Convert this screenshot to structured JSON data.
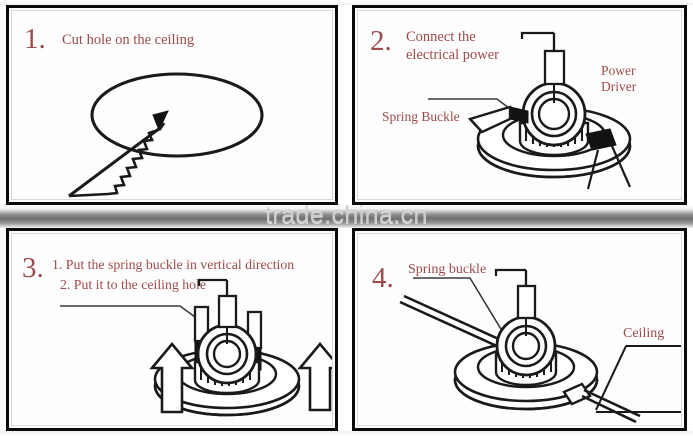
{
  "watermark": "trade.china.cn",
  "colors": {
    "text_red": "#9e4a4a",
    "line_black": "#1a1a1a",
    "frame_black": "#0a0a0a",
    "watermark_gray": "#cfcfcf",
    "panel_background": "#fefefe"
  },
  "panels": [
    {
      "id": "panel-1",
      "number": "1.",
      "caption_lines": [
        "Cut hole on the ceiling"
      ],
      "labels": [],
      "illustration": "saw cutting an ellipse hole in ceiling"
    },
    {
      "id": "panel-2",
      "number": "2.",
      "caption_lines": [
        "Connect the",
        "electrical power"
      ],
      "labels": [
        {
          "name": "power-driver",
          "lines": [
            "Power",
            "Driver"
          ]
        },
        {
          "name": "spring-buckle",
          "lines": [
            "Spring Buckle"
          ]
        }
      ],
      "illustration": "downlight fixture with power driver and spring buckles"
    },
    {
      "id": "panel-3",
      "number": "3.",
      "caption_lines": [
        "1. Put the spring buckle in vertical direction",
        "2. Put it to the ceiling hole"
      ],
      "labels": [],
      "illustration": "downlight with spring buckles raised vertically, two up arrows"
    },
    {
      "id": "panel-4",
      "number": "4.",
      "caption_lines": [],
      "labels": [
        {
          "name": "spring-buckle",
          "lines": [
            "Spring buckle"
          ]
        },
        {
          "name": "ceiling",
          "lines": [
            "Ceiling"
          ]
        }
      ],
      "illustration": "downlight installed with spring buckle gripping the ceiling"
    }
  ]
}
